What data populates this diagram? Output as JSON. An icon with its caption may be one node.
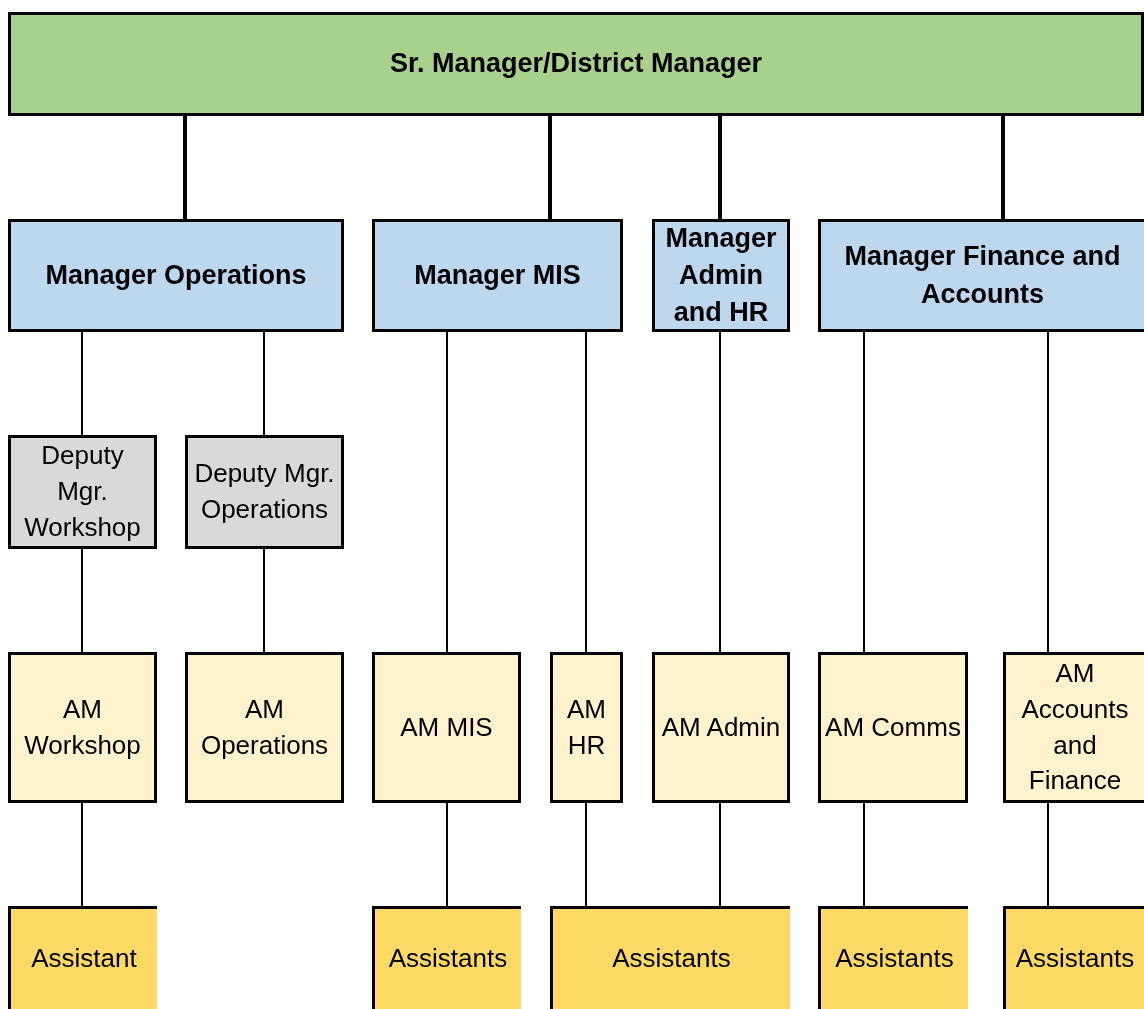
{
  "diagram": {
    "nodes": [
      {
        "text": [
          "Sr. Manager/District Manager"
        ]
      },
      {
        "text": [
          "Manager Operations"
        ]
      },
      {
        "text": [
          "Manager MIS"
        ]
      },
      {
        "text": [
          "Manager Admin and HR"
        ]
      },
      {
        "text": [
          "Manager Finance and Accounts"
        ]
      },
      {
        "text": [
          "Deputy Mgr. Workshop"
        ]
      },
      {
        "text": [
          "Deputy Mgr. Operations"
        ]
      },
      {
        "text": [
          "AM Workshop"
        ]
      },
      {
        "text": [
          "AM Operations"
        ]
      },
      {
        "text": [
          "AM MIS"
        ]
      },
      {
        "text": [
          "AM HR"
        ]
      },
      {
        "text": [
          "AM Admin"
        ]
      },
      {
        "text": [
          "AM Comms"
        ]
      },
      {
        "text": [
          "AM Accounts and Finance"
        ]
      },
      {
        "text": [
          "Assistant"
        ]
      },
      {
        "text": [
          "Assistants"
        ]
      },
      {
        "text": [
          "Assistants"
        ]
      },
      {
        "text": [
          "Assistants"
        ]
      },
      {
        "text": [
          "Assistants"
        ]
      }
    ],
    "edges": [
      {
        "from": 0,
        "to": 1,
        "arrow": "none",
        "style": "thick"
      },
      {
        "from": 0,
        "to": 2,
        "arrow": "none",
        "style": "thick"
      },
      {
        "from": 0,
        "to": 3,
        "arrow": "none",
        "style": "thick"
      },
      {
        "from": 0,
        "to": 4,
        "arrow": "none",
        "style": "thick"
      },
      {
        "from": 1,
        "to": 5,
        "arrow": "none"
      },
      {
        "from": 1,
        "to": 6,
        "arrow": "none"
      },
      {
        "from": 5,
        "to": 7,
        "arrow": "none"
      },
      {
        "from": 6,
        "to": 8,
        "arrow": "none"
      },
      {
        "from": 2,
        "to": 9,
        "arrow": "none"
      },
      {
        "from": 2,
        "to": 10,
        "arrow": "none"
      },
      {
        "from": 3,
        "to": 11,
        "arrow": "none"
      },
      {
        "from": 4,
        "to": 12,
        "arrow": "none"
      },
      {
        "from": 4,
        "to": 13,
        "arrow": "none"
      },
      {
        "from": 7,
        "to": 14,
        "arrow": "none"
      },
      {
        "from": 9,
        "to": 15,
        "arrow": "none"
      },
      {
        "from": 10,
        "to": 16,
        "arrow": "none"
      },
      {
        "from": 11,
        "to": 16,
        "arrow": "none"
      },
      {
        "from": 12,
        "to": 17,
        "arrow": "none"
      },
      {
        "from": 13,
        "to": 18,
        "arrow": "none"
      }
    ]
  }
}
